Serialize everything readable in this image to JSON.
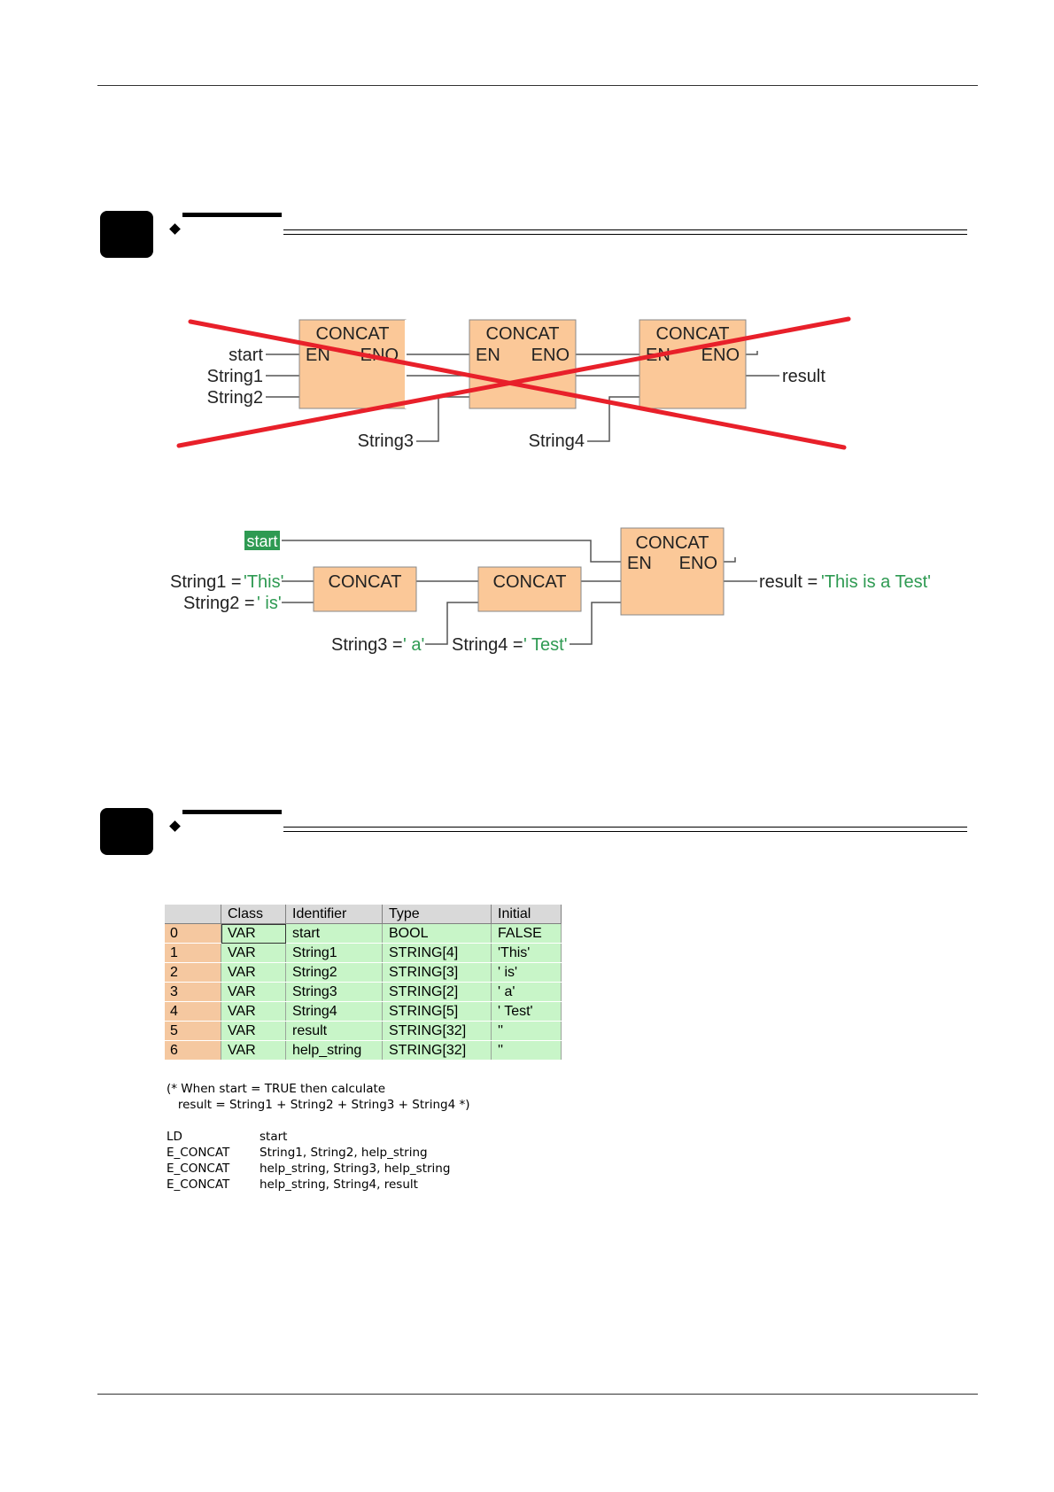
{
  "fbd_wrong": {
    "blocks": [
      {
        "name": "CONCAT",
        "en": "EN",
        "eno": "ENO"
      },
      {
        "name": "CONCAT",
        "en": "EN",
        "eno": "ENO"
      },
      {
        "name": "CONCAT",
        "en": "EN",
        "eno": "ENO"
      }
    ],
    "inputs": {
      "start": "start",
      "string1": "String1",
      "string2": "String2",
      "string3": "String3",
      "string4": "String4"
    },
    "output": "result",
    "cross_color": "#e8202a"
  },
  "fbd_right": {
    "start_label": "start",
    "string1_label": "String1 = ",
    "string1_value": "'This'",
    "string2_label": "String2 = ",
    "string2_value": "' is'",
    "string3_label": "String3 = ",
    "string3_value": "' a'",
    "string4_label": "String4 = ",
    "string4_value": "' Test'",
    "block1": "CONCAT",
    "block2": "CONCAT",
    "block3": {
      "name": "CONCAT",
      "en": "EN",
      "eno": "ENO"
    },
    "result_label": "result = ",
    "result_value": "'This is a Test'",
    "block_color": "#fbc898",
    "value_color": "#2e9a52",
    "start_bg": "#2e9a52"
  },
  "var_table": {
    "headers": [
      "",
      "Class",
      "Identifier",
      "Type",
      "Initial"
    ],
    "rows": [
      [
        "0",
        "VAR",
        "start",
        "BOOL",
        "FALSE"
      ],
      [
        "1",
        "VAR",
        "String1",
        "STRING[4]",
        "'This'"
      ],
      [
        "2",
        "VAR",
        "String2",
        "STRING[3]",
        "' is'"
      ],
      [
        "3",
        "VAR",
        "String3",
        "STRING[2]",
        "' a'"
      ],
      [
        "4",
        "VAR",
        "String4",
        "STRING[5]",
        "' Test'"
      ],
      [
        "5",
        "VAR",
        "result",
        "STRING[32]",
        "''"
      ],
      [
        "6",
        "VAR",
        "help_string",
        "STRING[32]",
        "''"
      ]
    ]
  },
  "il_code": {
    "comment_1": "(* When start = TRUE then calculate",
    "comment_2": "   result = String1 + String2 + String3 + String4 *)",
    "lines": [
      {
        "op": "LD",
        "args": "start"
      },
      {
        "op": "E_CONCAT",
        "args": "String1, String2, help_string"
      },
      {
        "op": "E_CONCAT",
        "args": "help_string, String3, help_string"
      },
      {
        "op": "E_CONCAT",
        "args": "help_string, String4, result"
      }
    ]
  }
}
